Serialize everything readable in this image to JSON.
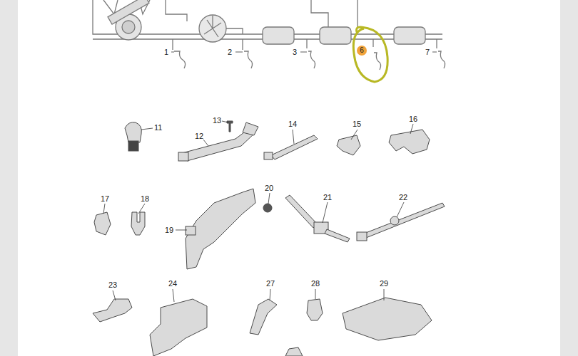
{
  "diagram": {
    "nodes": [
      {
        "text": [
          "6"
        ]
      }
    ],
    "labels": [
      "1",
      "2",
      "3",
      "7",
      "11",
      "13",
      "12",
      "14",
      "15",
      "16",
      "17",
      "18",
      "20",
      "19",
      "21",
      "22",
      "23",
      "24",
      "27",
      "28",
      "29"
    ]
  }
}
